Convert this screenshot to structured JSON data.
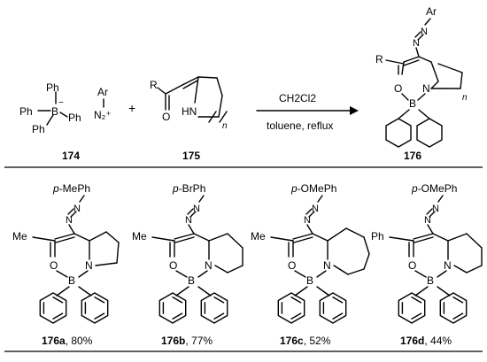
{
  "reaction": {
    "conditions_above": "CH2Cl2",
    "conditions_below": "toluene, reflux",
    "plus": "+",
    "reagents": [
      {
        "id": "174",
        "labels": {
          "ph_top": "Ph",
          "ph_left": "Ph",
          "ph_right": "Ph",
          "ph_bottom": "Ph",
          "boron": "B",
          "charge": "−",
          "ar": "Ar",
          "diazonium": "N₂⁺"
        }
      },
      {
        "id": "175",
        "labels": {
          "r": "R",
          "oxygen": "O",
          "nh": "HN",
          "n": "n"
        }
      }
    ],
    "product": {
      "id": "176",
      "labels": {
        "ar": "Ar",
        "n1": "N",
        "n2": "N",
        "r": "R",
        "oxygen": "O",
        "nitrogen": "N",
        "boron": "B",
        "n": "n"
      }
    }
  },
  "examples": [
    {
      "id": "176a",
      "yield": ", 80%",
      "aryl_prefix": "p",
      "aryl": "-MePh",
      "substituent": "Me",
      "ring": "pyrrolidine"
    },
    {
      "id": "176b",
      "yield": ", 77%",
      "aryl_prefix": "p",
      "aryl": "-BrPh",
      "substituent": "Me",
      "ring": "piperidine"
    },
    {
      "id": "176c",
      "yield": ", 52%",
      "aryl_prefix": "p",
      "aryl": "-OMePh",
      "substituent": "Me",
      "ring": "azepane"
    },
    {
      "id": "176d",
      "yield": ", 44%",
      "aryl_prefix": "p",
      "aryl": "-OMePh",
      "substituent": "Ph",
      "ring": "piperidine"
    }
  ],
  "atom_labels": {
    "n": "N",
    "o": "O",
    "b": "B"
  }
}
